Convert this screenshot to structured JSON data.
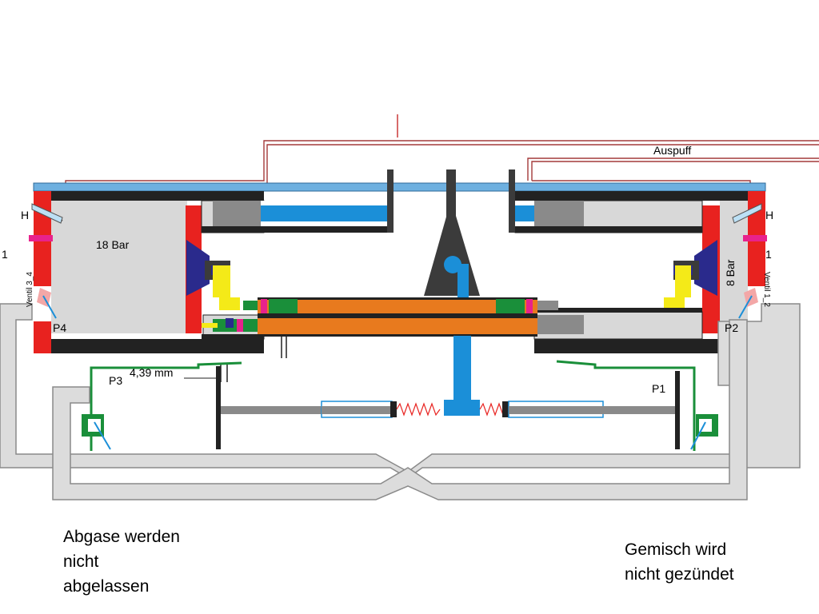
{
  "labels": {
    "exhaust": "Auspuff",
    "pressure_left": "18 Bar",
    "pressure_right": "8 Bar",
    "valve_left_tag": "H",
    "valve_right_tag": "H",
    "side_left": "1",
    "side_right": "1",
    "valve_left_name": "Ventil 3_4",
    "valve_right_name": "Ventil 1_2",
    "port_p1": "P1",
    "port_p2": "P2",
    "port_p3": "P3",
    "port_p4": "P4",
    "gap": "4,39 mm"
  },
  "captions": {
    "left": [
      "Abgase werden",
      "nicht",
      "abgelassen"
    ],
    "right": [
      "Gemisch wird",
      "nicht gezündet"
    ]
  },
  "colors": {
    "cylinder_wall": "#e8221f",
    "cylinder_fill": "#d8d8d8",
    "piston_rod": "#e87a1e",
    "frame_blue": "#6eb0e0",
    "actuator_blue": "#1b8fd8",
    "dark": "#3b3b3b",
    "green": "#1a8f3a",
    "yellow": "#f4ea18",
    "channel": "#dcdcdc"
  }
}
